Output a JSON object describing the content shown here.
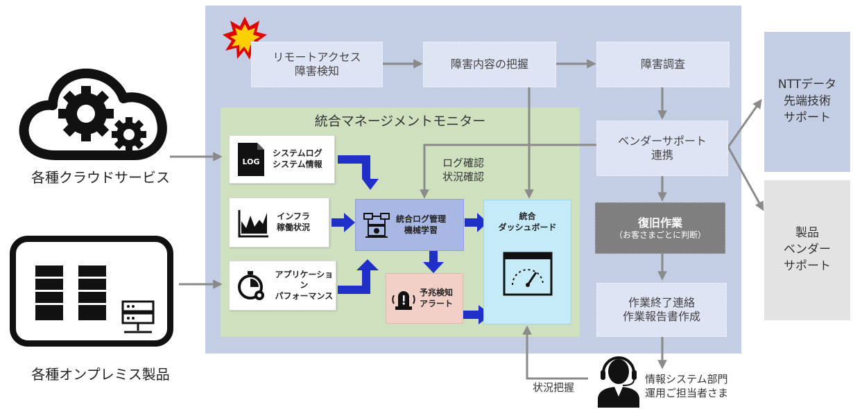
{
  "cloud": {
    "label": "各種クラウドサービス"
  },
  "onprem": {
    "label": "各種オンプレミス製品"
  },
  "monitor": {
    "title": "統合マネージメントモニター"
  },
  "sources": {
    "log": {
      "badge": "LOG",
      "line1": "システムログ",
      "line2": "システム情報"
    },
    "infra": {
      "line1": "インフラ",
      "line2": "稼働状況"
    },
    "app": {
      "line1": "アプリケーション",
      "line2": "パフォーマンス"
    }
  },
  "central": {
    "line1": "統合ログ管理",
    "line2": "機械学習"
  },
  "alert": {
    "line1": "予兆検知",
    "line2": "アラート"
  },
  "dashboard": {
    "line1": "統合",
    "line2": "ダッシュボード"
  },
  "log_check": {
    "line1": "ログ確認",
    "line2": "状況確認"
  },
  "flow": {
    "remote": {
      "line1": "リモートアクセス",
      "line2": "障害検知"
    },
    "grasp": {
      "label": "障害内容の把握"
    },
    "investigate": {
      "label": "障害調査"
    },
    "vendor_link": {
      "line1": "ベンダーサポート",
      "line2": "連携"
    },
    "recovery": {
      "title": "復旧作業",
      "subtitle": "（お客さまごとに判断）"
    },
    "complete": {
      "line1": "作業終了連絡",
      "line2": "作業報告書作成"
    }
  },
  "support": {
    "ntt": {
      "line1": "NTTデータ",
      "line2": "先端技術",
      "line3": "サポート"
    },
    "vendor": {
      "line1": "製品",
      "line2": "ベンダー",
      "line3": "サポート"
    }
  },
  "customer": {
    "status": "状況把握",
    "line1": "情報システム部門",
    "line2": "運用ご担当者さま"
  },
  "colors": {
    "main_panel": "#c3cde3",
    "monitor_panel": "#cfe0bf",
    "central_box": "#a9b7e4",
    "alert_box": "#f2cfc7",
    "dashboard_box": "#c5eaf8",
    "recovery_box": "#7f7f7f",
    "ntt_box": "#c3cde3",
    "vendor_box": "#e3e3e3",
    "blue_arrow": "#1f2fc8"
  }
}
